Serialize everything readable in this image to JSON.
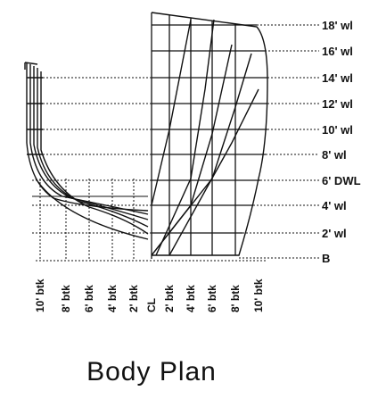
{
  "title": "Body Plan",
  "waterlines": [
    {
      "value": "18'",
      "suffix": "wl"
    },
    {
      "value": "16'",
      "suffix": "wl"
    },
    {
      "value": "14'",
      "suffix": "wl"
    },
    {
      "value": "12'",
      "suffix": "wl"
    },
    {
      "value": "10'",
      "suffix": "wl"
    },
    {
      "value": "8'",
      "suffix": "wl"
    },
    {
      "value": "6'",
      "suffix": "DWL"
    },
    {
      "value": "4'",
      "suffix": "wl"
    },
    {
      "value": "2'",
      "suffix": "wl"
    },
    {
      "value": "B",
      "suffix": ""
    }
  ],
  "buttocks_left": [
    "10' btk",
    "8' btk",
    "6' btk",
    "4' btk",
    "2' btk"
  ],
  "centerline_label": "CL",
  "buttocks_right": [
    "2' btk",
    "4' btk",
    "6' btk",
    "8' btk",
    "10' btk"
  ]
}
